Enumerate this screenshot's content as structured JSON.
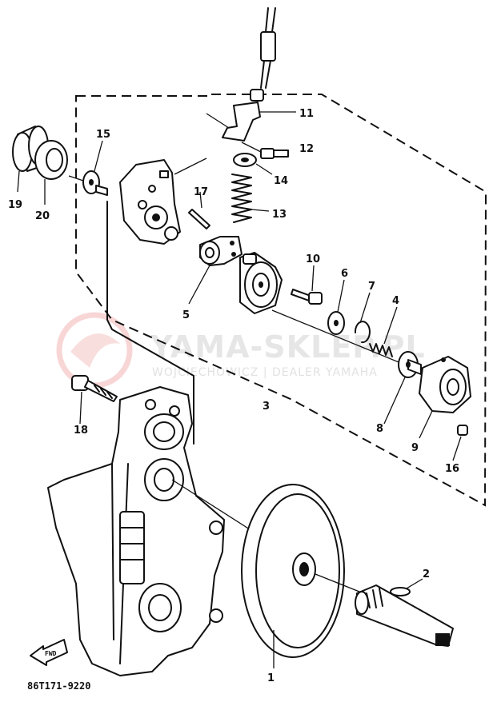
{
  "watermark": {
    "brand": "YAMA-SKLEP.PL",
    "dealer": "WOJCIECHOWICZ | DEALER YAMAHA"
  },
  "diagram_code": "86T171-9220",
  "front_arrow_label": "FWD",
  "callouts": [
    {
      "id": "1",
      "label": "1"
    },
    {
      "id": "2",
      "label": "2"
    },
    {
      "id": "3",
      "label": "3"
    },
    {
      "id": "4",
      "label": "4"
    },
    {
      "id": "5",
      "label": "5"
    },
    {
      "id": "6",
      "label": "6"
    },
    {
      "id": "7",
      "label": "7"
    },
    {
      "id": "8",
      "label": "8"
    },
    {
      "id": "9",
      "label": "9"
    },
    {
      "id": "10",
      "label": "10"
    },
    {
      "id": "11",
      "label": "11"
    },
    {
      "id": "12",
      "label": "12"
    },
    {
      "id": "13",
      "label": "13"
    },
    {
      "id": "14",
      "label": "14"
    },
    {
      "id": "15",
      "label": "15"
    },
    {
      "id": "16",
      "label": "16"
    },
    {
      "id": "17",
      "label": "17"
    },
    {
      "id": "18",
      "label": "18"
    },
    {
      "id": "19",
      "label": "19"
    },
    {
      "id": "20",
      "label": "20"
    }
  ]
}
